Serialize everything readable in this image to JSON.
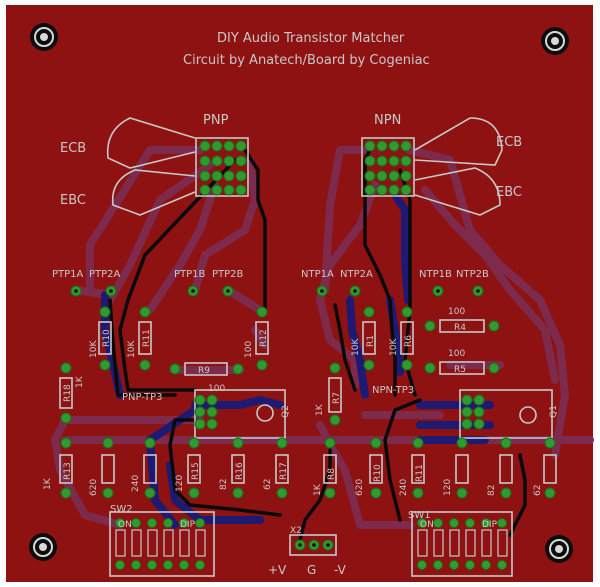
{
  "board": {
    "title": "DIY Audio Transistor Matcher",
    "subtitle": "Circuit by Anatech/Board by Cogeniac",
    "colors": {
      "background": "#8e1212",
      "top_trace": "#7e2a4c",
      "bottom_trace": "#1e1a74",
      "silkscreen": "#c8c8c8",
      "pad": "#2f9b2f",
      "hole": "#111111"
    }
  },
  "sections": {
    "pnp": "PNP",
    "npn": "NPN",
    "pnp_ecb": "ECB",
    "pnp_ebc": "EBC",
    "npn_ecb": "ECB",
    "npn_ebc": "EBC"
  },
  "testpoints": {
    "ptp1a": "PTP1A",
    "ptp2a": "PTP2A",
    "ptp1b": "PTP1B",
    "ptp2b": "PTP2B",
    "ntp1a": "NTP1A",
    "ntp2a": "NTP2A",
    "ntp1b": "NTP1B",
    "ntp2b": "NTP2B"
  },
  "labels": {
    "pnp_tp3": "PNP-TP3",
    "npn_tp3": "NPN-TP3",
    "q2": "Q2",
    "q1": "Q1",
    "sw2": "SW2",
    "sw1": "SW1",
    "x2": "X2",
    "on_left": "ON",
    "dip_left": "DIP",
    "on_right": "ON",
    "dip_right": "DIP",
    "vplus": "+V",
    "gnd": "G",
    "vminus": "-V"
  },
  "pnp_resistors": {
    "r9": "R9",
    "r10": "R10",
    "r11": "R11",
    "r12": "R12",
    "r13": "R13",
    "r15": "R15",
    "r16": "R16",
    "r17": "R17",
    "r18": "R18",
    "v_10k_a": "10K",
    "v_10k_b": "10K",
    "v_100_a": "100",
    "v_100_b": "100",
    "v_1k_a": "1K",
    "v_1k_b": "1K",
    "v_620": "620",
    "v_240": "240",
    "v_120": "120",
    "v_82": "82",
    "v_62": "62"
  },
  "npn_resistors": {
    "r1": "R1",
    "r4": "R4",
    "r5": "R5",
    "r6": "R6",
    "r7": "R7",
    "r8": "R8",
    "r10b": "R10",
    "r11b": "R11",
    "v_100_a": "100",
    "v_100_b": "100",
    "v_10k_a": "10K",
    "v_10k_b": "10K",
    "v_1k_a": "1K",
    "v_1k_b": "1K",
    "v_620": "620",
    "v_240": "240",
    "v_120": "120",
    "v_82": "82",
    "v_62": "62"
  }
}
